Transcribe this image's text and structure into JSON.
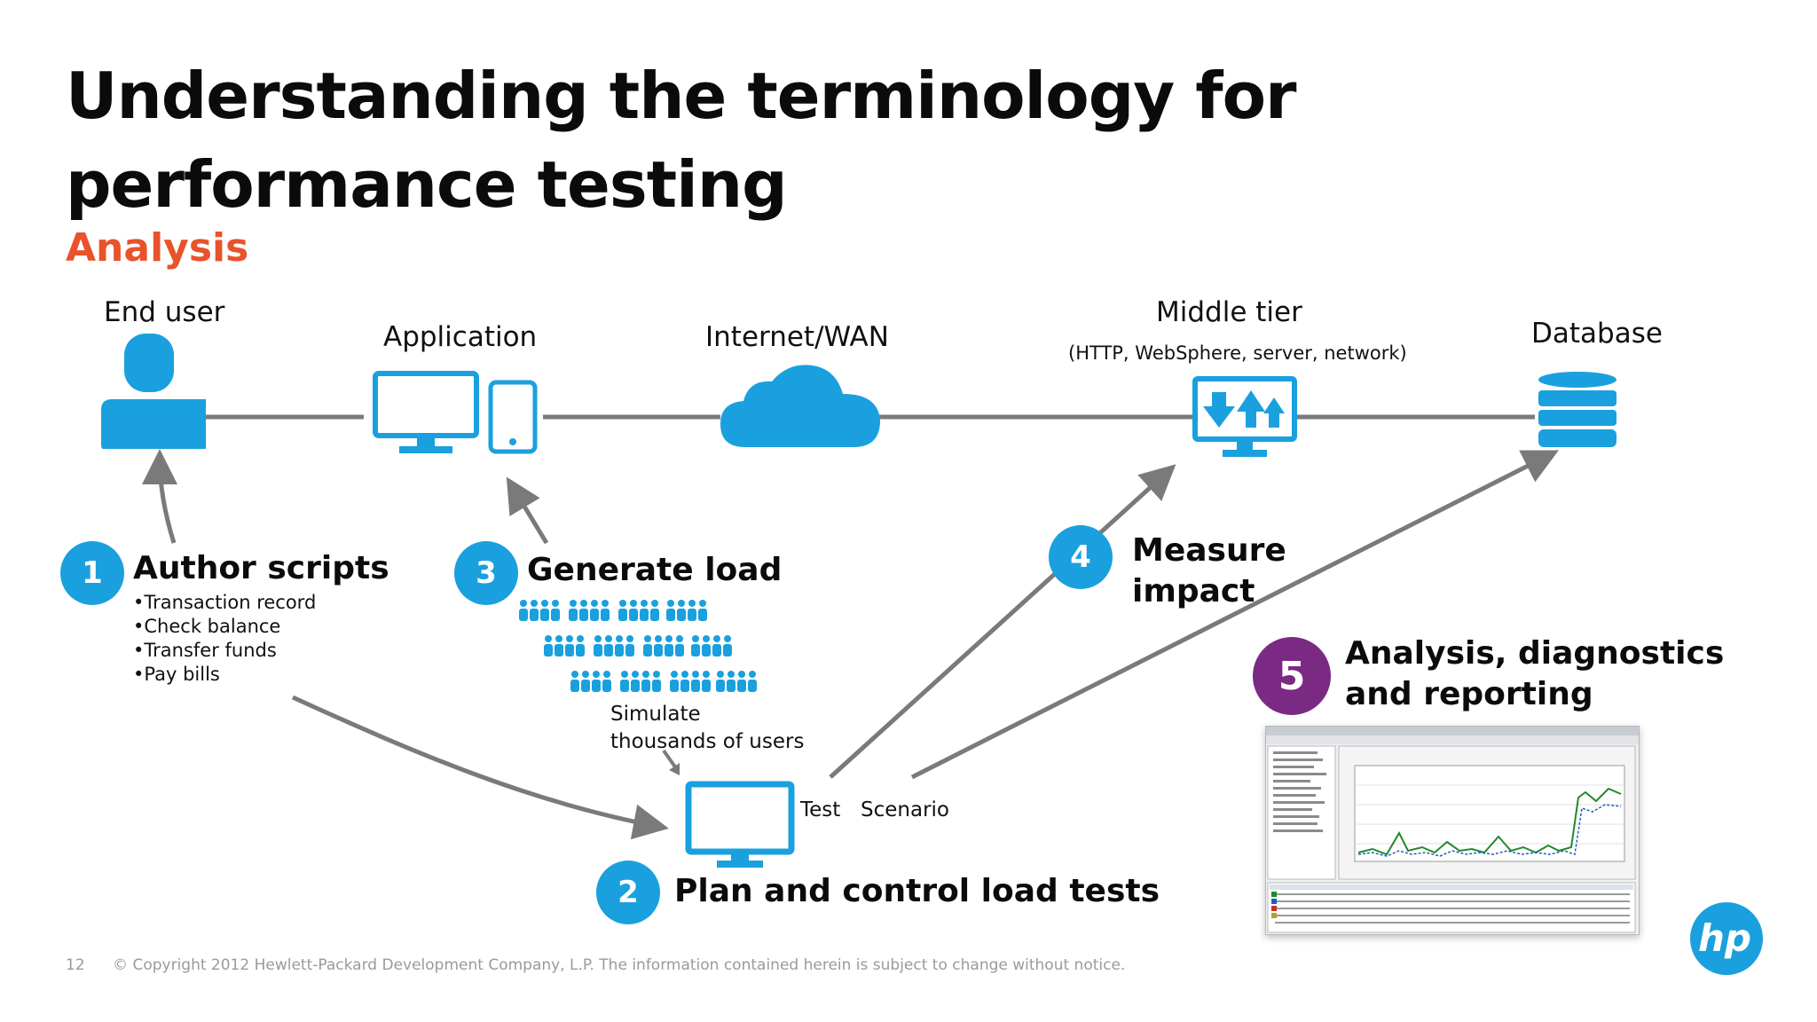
{
  "slide": {
    "title_line1": "Understanding the terminology for",
    "title_line2": "performance testing",
    "subtitle": "Analysis",
    "page_number": "12",
    "copyright": "© Copyright 2012 Hewlett-Packard Development Company, L.P.  The information contained herein is subject to change without notice."
  },
  "nodes": {
    "end_user": "End user",
    "application": "Application",
    "internet": "Internet/WAN",
    "middle_tier": "Middle tier",
    "middle_tier_detail": "(HTTP, WebSphere, server, network)",
    "database": "Database"
  },
  "steps": [
    {
      "number": "1",
      "title": "Author scripts",
      "bullets": [
        "Transaction record",
        "Check balance",
        "Transfer funds",
        "Pay bills"
      ]
    },
    {
      "number": "2",
      "title": "Plan and control load tests"
    },
    {
      "number": "3",
      "title": "Generate load",
      "caption_line1": "Simulate",
      "caption_line2": "thousands of users"
    },
    {
      "number": "4",
      "title_line1": "Measure",
      "title_line2": "impact"
    },
    {
      "number": "5",
      "title_line1": "Analysis,  diagnostics",
      "title_line2": "and reporting"
    }
  ],
  "test_scenario": {
    "test": "Test",
    "scenario": "Scenario"
  },
  "logo": "hp",
  "colors": {
    "accent_blue": "#1aa0de",
    "subtitle_orange": "#e8532b",
    "step5_purple": "#7b2a83",
    "connector_gray": "#7a7a7a"
  },
  "icons": [
    "person-icon",
    "desktop-icon",
    "tablet-icon",
    "cloud-icon",
    "monitor-arrows-icon",
    "database-icon",
    "crowd-icon",
    "monitor-icon",
    "hp-logo-icon"
  ]
}
